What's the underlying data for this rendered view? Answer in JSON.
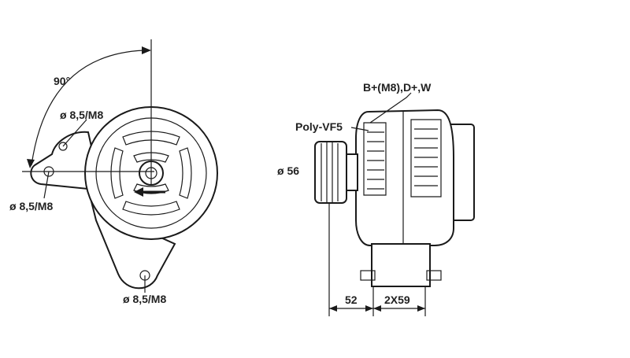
{
  "front_view": {
    "angle_label": "90°",
    "hole_top_label": "ø 8,5/M8",
    "hole_left_label": "ø 8,5/M8",
    "hole_bottom_label": "ø 8,5/M8"
  },
  "side_view": {
    "terminals_label": "B+(M8),D+,W",
    "pulley_type_label": "Poly-VF5",
    "pulley_diameter_label": "ø 56",
    "dim_offset_label": "52",
    "dim_spacing_label": "2X59"
  }
}
